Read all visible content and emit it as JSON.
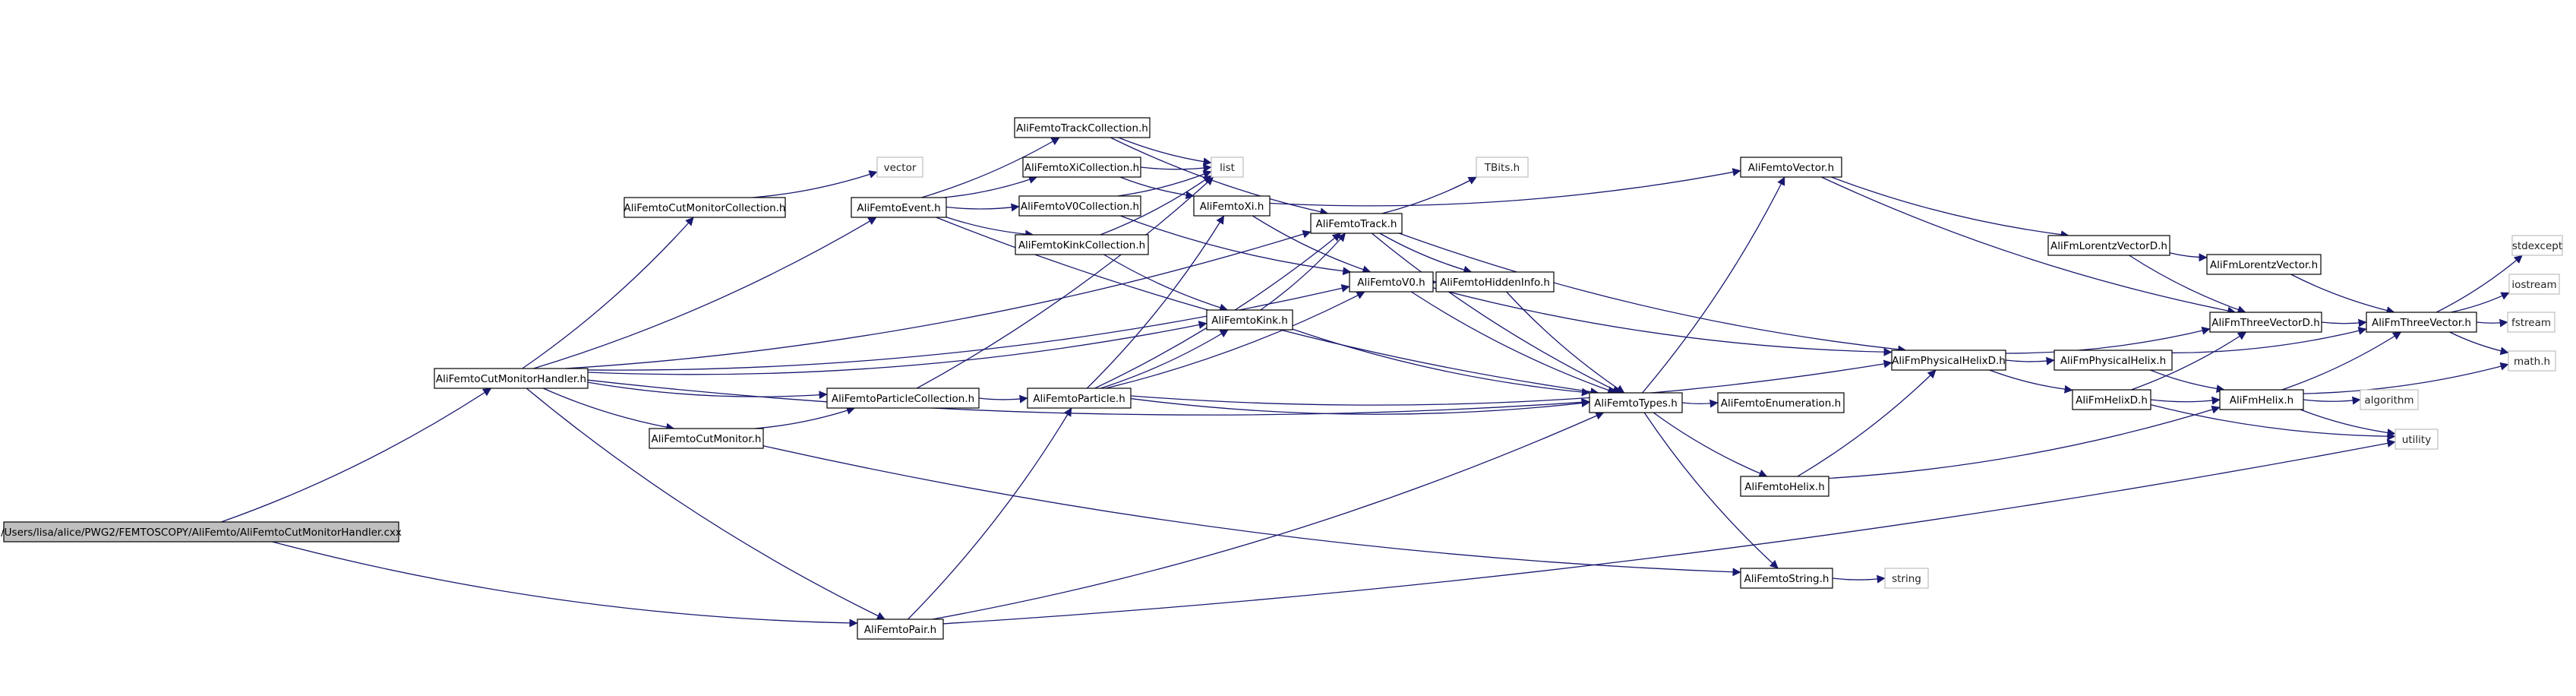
{
  "diagram": {
    "root": "/Users/lisa/alice/PWG2/FEMTOSCOPY/AliFemto/AliFemtoCutMonitorHandler.cxx",
    "colors": {
      "edge": "#191970",
      "root_fill": "#bfbfbf",
      "node_border": "#000000",
      "external_border": "#bfbfbf"
    },
    "nodes": [
      {
        "id": "root",
        "label": "/Users/lisa/alice/PWG2/FEMTOSCOPY/AliFemto/AliFemtoCutMonitorHandler.cxx",
        "kind": "root"
      },
      {
        "id": "cmh",
        "label": "AliFemtoCutMonitorHandler.h",
        "kind": "header"
      },
      {
        "id": "cmc",
        "label": "AliFemtoCutMonitorCollection.h",
        "kind": "header"
      },
      {
        "id": "vector",
        "label": "vector",
        "kind": "external"
      },
      {
        "id": "event",
        "label": "AliFemtoEvent.h",
        "kind": "header"
      },
      {
        "id": "trackcoll",
        "label": "AliFemtoTrackCollection.h",
        "kind": "header"
      },
      {
        "id": "xicoll",
        "label": "AliFemtoXiCollection.h",
        "kind": "header"
      },
      {
        "id": "v0coll",
        "label": "AliFemtoV0Collection.h",
        "kind": "header"
      },
      {
        "id": "kinkcoll",
        "label": "AliFemtoKinkCollection.h",
        "kind": "header"
      },
      {
        "id": "list",
        "label": "list",
        "kind": "external"
      },
      {
        "id": "xi",
        "label": "AliFemtoXi.h",
        "kind": "header"
      },
      {
        "id": "track",
        "label": "AliFemtoTrack.h",
        "kind": "header"
      },
      {
        "id": "tbits",
        "label": "TBits.h",
        "kind": "external"
      },
      {
        "id": "vectorh",
        "label": "AliFemtoVector.h",
        "kind": "header"
      },
      {
        "id": "v0",
        "label": "AliFemtoV0.h",
        "kind": "header"
      },
      {
        "id": "hidden",
        "label": "AliFemtoHiddenInfo.h",
        "kind": "header"
      },
      {
        "id": "kink",
        "label": "AliFemtoKink.h",
        "kind": "header"
      },
      {
        "id": "partcoll",
        "label": "AliFemtoParticleCollection.h",
        "kind": "header"
      },
      {
        "id": "particle",
        "label": "AliFemtoParticle.h",
        "kind": "header"
      },
      {
        "id": "cutmon",
        "label": "AliFemtoCutMonitor.h",
        "kind": "header"
      },
      {
        "id": "types",
        "label": "AliFemtoTypes.h",
        "kind": "header"
      },
      {
        "id": "enum",
        "label": "AliFemtoEnumeration.h",
        "kind": "header"
      },
      {
        "id": "helixh",
        "label": "AliFemtoHelix.h",
        "kind": "header"
      },
      {
        "id": "stringh",
        "label": "AliFemtoString.h",
        "kind": "header"
      },
      {
        "id": "string",
        "label": "string",
        "kind": "external"
      },
      {
        "id": "pair",
        "label": "AliFemtoPair.h",
        "kind": "header"
      },
      {
        "id": "lvd",
        "label": "AliFmLorentzVectorD.h",
        "kind": "header"
      },
      {
        "id": "lv",
        "label": "AliFmLorentzVector.h",
        "kind": "header"
      },
      {
        "id": "tvd",
        "label": "AliFmThreeVectorD.h",
        "kind": "header"
      },
      {
        "id": "tv",
        "label": "AliFmThreeVector.h",
        "kind": "header"
      },
      {
        "id": "phd",
        "label": "AliFmPhysicalHelixD.h",
        "kind": "header"
      },
      {
        "id": "ph",
        "label": "AliFmPhysicalHelix.h",
        "kind": "header"
      },
      {
        "id": "hd",
        "label": "AliFmHelixD.h",
        "kind": "header"
      },
      {
        "id": "fmhelix",
        "label": "AliFmHelix.h",
        "kind": "header"
      },
      {
        "id": "stdexcept",
        "label": "stdexcept",
        "kind": "external"
      },
      {
        "id": "iostream",
        "label": "iostream",
        "kind": "external"
      },
      {
        "id": "fstream",
        "label": "fstream",
        "kind": "external"
      },
      {
        "id": "math",
        "label": "math.h",
        "kind": "external"
      },
      {
        "id": "algorithm",
        "label": "algorithm",
        "kind": "external"
      },
      {
        "id": "utility",
        "label": "utility",
        "kind": "external"
      }
    ],
    "edges": [
      [
        "root",
        "cmh"
      ],
      [
        "root",
        "pair"
      ],
      [
        "cmh",
        "cmc"
      ],
      [
        "cmh",
        "event"
      ],
      [
        "cmh",
        "track"
      ],
      [
        "cmh",
        "v0"
      ],
      [
        "cmh",
        "kink"
      ],
      [
        "cmh",
        "partcoll"
      ],
      [
        "cmh",
        "cutmon"
      ],
      [
        "cmh",
        "types"
      ],
      [
        "cmh",
        "pair"
      ],
      [
        "cmc",
        "vector"
      ],
      [
        "event",
        "trackcoll"
      ],
      [
        "event",
        "xicoll"
      ],
      [
        "event",
        "v0coll"
      ],
      [
        "event",
        "kinkcoll"
      ],
      [
        "event",
        "types"
      ],
      [
        "trackcoll",
        "list"
      ],
      [
        "trackcoll",
        "track"
      ],
      [
        "xicoll",
        "list"
      ],
      [
        "xicoll",
        "xi"
      ],
      [
        "v0coll",
        "list"
      ],
      [
        "v0coll",
        "v0"
      ],
      [
        "kinkcoll",
        "list"
      ],
      [
        "kinkcoll",
        "kink"
      ],
      [
        "partcoll",
        "list"
      ],
      [
        "partcoll",
        "particle"
      ],
      [
        "xi",
        "vectorh"
      ],
      [
        "xi",
        "v0"
      ],
      [
        "track",
        "tbits"
      ],
      [
        "track",
        "hidden"
      ],
      [
        "track",
        "types"
      ],
      [
        "track",
        "phd"
      ],
      [
        "v0",
        "hidden"
      ],
      [
        "v0",
        "types"
      ],
      [
        "v0",
        "phd"
      ],
      [
        "hidden",
        "types"
      ],
      [
        "kink",
        "track"
      ],
      [
        "kink",
        "types"
      ],
      [
        "particle",
        "xi"
      ],
      [
        "particle",
        "track"
      ],
      [
        "particle",
        "v0"
      ],
      [
        "particle",
        "kink"
      ],
      [
        "particle",
        "types"
      ],
      [
        "particle",
        "phd"
      ],
      [
        "cutmon",
        "partcoll"
      ],
      [
        "cutmon",
        "stringh"
      ],
      [
        "types",
        "vectorh"
      ],
      [
        "types",
        "enum"
      ],
      [
        "types",
        "helixh"
      ],
      [
        "types",
        "stringh"
      ],
      [
        "vectorh",
        "lvd"
      ],
      [
        "vectorh",
        "tvd"
      ],
      [
        "helixh",
        "phd"
      ],
      [
        "helixh",
        "fmhelix"
      ],
      [
        "stringh",
        "string"
      ],
      [
        "pair",
        "particle"
      ],
      [
        "pair",
        "types"
      ],
      [
        "pair",
        "utility"
      ],
      [
        "lvd",
        "lv"
      ],
      [
        "lvd",
        "tvd"
      ],
      [
        "lv",
        "tv"
      ],
      [
        "tvd",
        "tv"
      ],
      [
        "phd",
        "tvd"
      ],
      [
        "phd",
        "ph"
      ],
      [
        "phd",
        "hd"
      ],
      [
        "ph",
        "tv"
      ],
      [
        "ph",
        "fmhelix"
      ],
      [
        "hd",
        "tvd"
      ],
      [
        "hd",
        "fmhelix"
      ],
      [
        "hd",
        "utility"
      ],
      [
        "fmhelix",
        "tv"
      ],
      [
        "fmhelix",
        "algorithm"
      ],
      [
        "fmhelix",
        "math"
      ],
      [
        "fmhelix",
        "utility"
      ],
      [
        "tv",
        "stdexcept"
      ],
      [
        "tv",
        "iostream"
      ],
      [
        "tv",
        "fstream"
      ],
      [
        "tv",
        "math"
      ]
    ]
  }
}
